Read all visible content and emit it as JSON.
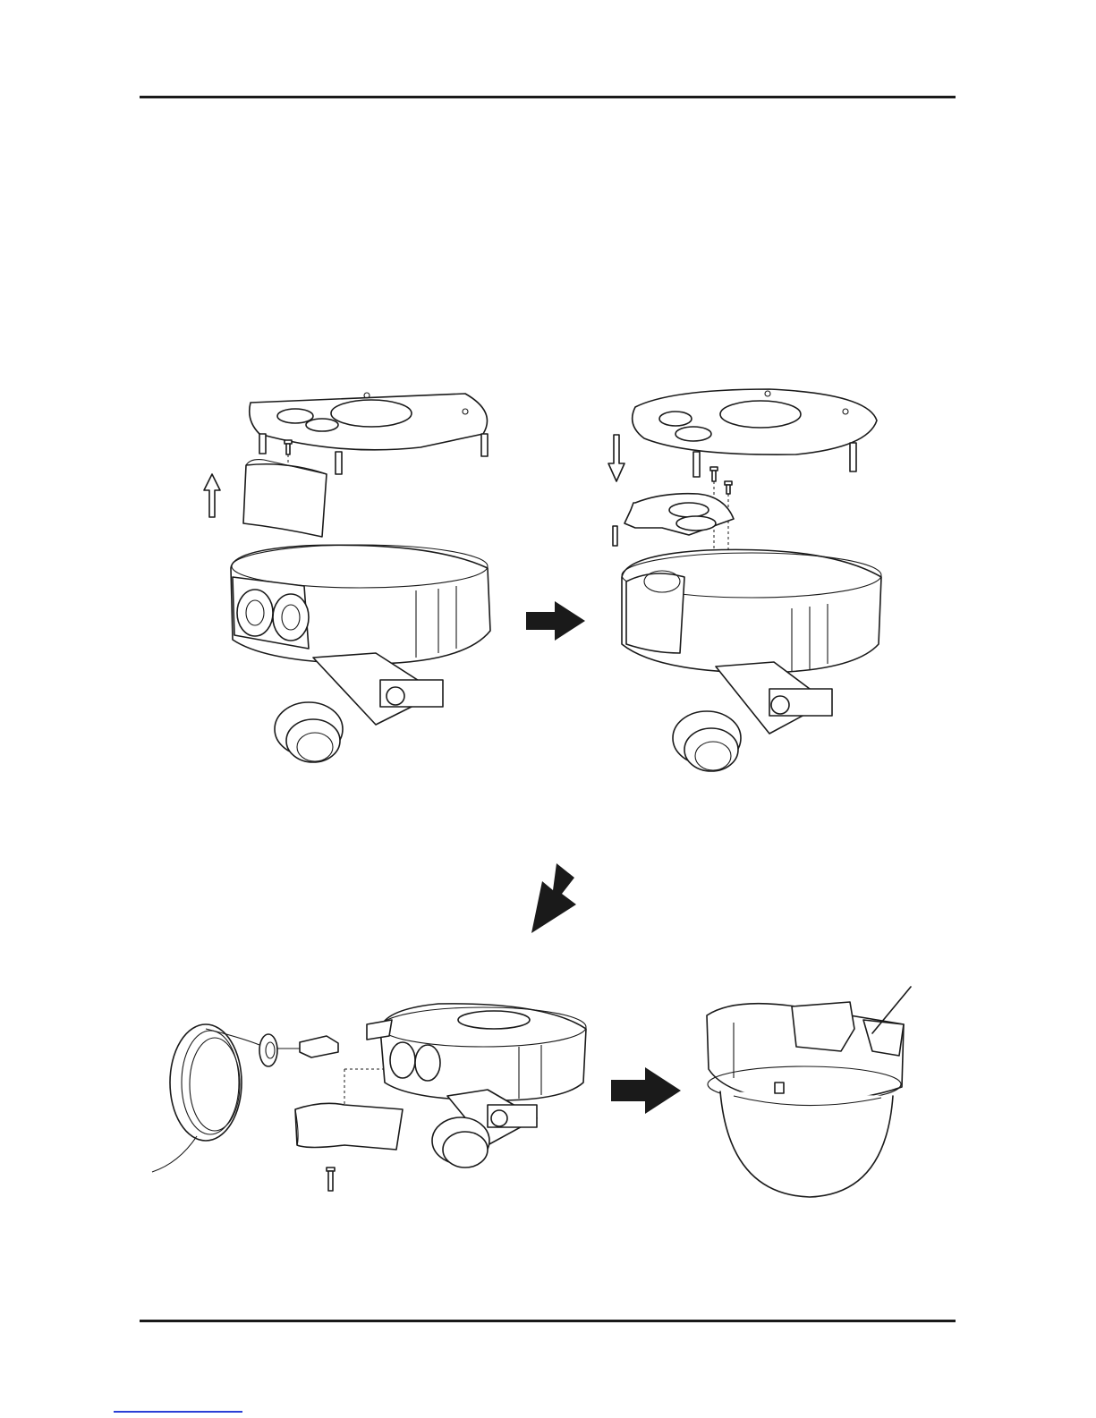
{
  "page": {
    "background": "#ffffff",
    "ink": "#1a1a1a",
    "link_color": "#2b3fd6"
  },
  "figures": [
    {
      "id": "step-1",
      "icons": [
        "mount-plate",
        "screw",
        "side-cover",
        "up-arrow-outline",
        "camera-base"
      ]
    },
    {
      "id": "step-2",
      "icons": [
        "mount-plate",
        "screws",
        "bracket-plate",
        "down-arrow-outline",
        "camera-base"
      ]
    },
    {
      "id": "step-3",
      "icons": [
        "cable-coil",
        "grommet",
        "rj45-connector",
        "cable-cover",
        "screw",
        "camera-base"
      ]
    },
    {
      "id": "step-4",
      "icons": [
        "dome-camera-assembled"
      ]
    }
  ],
  "arrows": [
    "right-arrow-solid",
    "down-left-arrow-solid",
    "right-arrow-solid"
  ]
}
